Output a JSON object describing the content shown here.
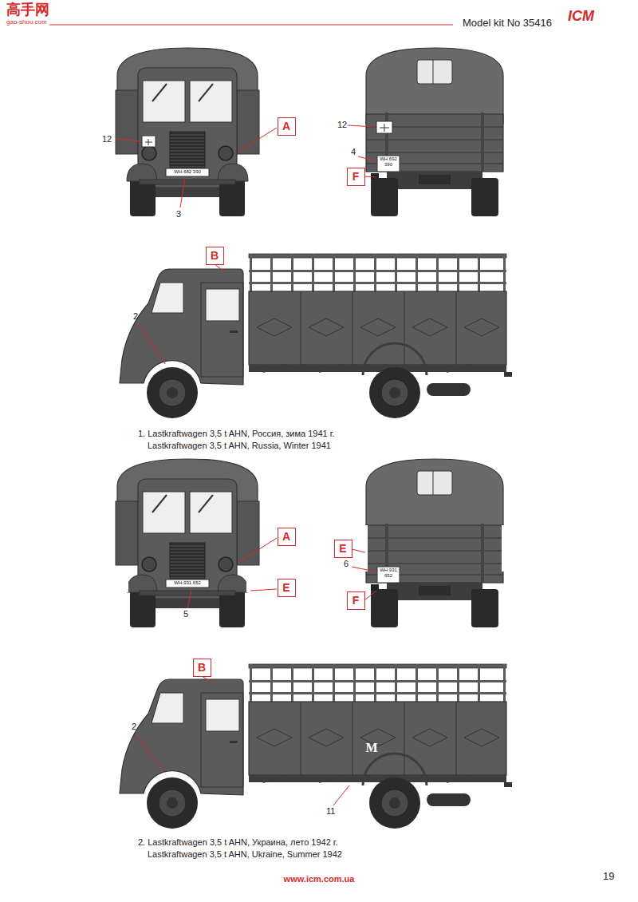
{
  "diagram": {
    "title": "Model kit No 35416",
    "nodes": [
      {
        "text": [
          "A"
        ]
      },
      {
        "text": [
          "F"
        ]
      },
      {
        "text": [
          "B"
        ]
      },
      {
        "text": [
          "A"
        ]
      },
      {
        "text": [
          "E"
        ]
      },
      {
        "text": [
          "E"
        ]
      },
      {
        "text": [
          "F"
        ]
      },
      {
        "text": [
          "B"
        ]
      }
    ],
    "labels": [
      "高手网",
      "gao-shou.com",
      "ICM",
      "12",
      "WH-682 390",
      "3",
      "12",
      "WH 692 390",
      "4",
      "2",
      "1. Lastkraftwagen 3,5 t AHN, Россия, зима 1941 г.",
      "Lastkraftwagen 3,5 t AHN, Russia, Winter 1941",
      "WH-931 652",
      "5",
      "6",
      "WH 931 652",
      "2",
      "M",
      "11",
      "2. Lastkraftwagen 3,5 t AHN, Украина, лето 1942 г.",
      "Lastkraftwagen 3,5 t AHN, Ukraine, Summer 1942",
      "www.icm.com.ua",
      "19"
    ]
  }
}
